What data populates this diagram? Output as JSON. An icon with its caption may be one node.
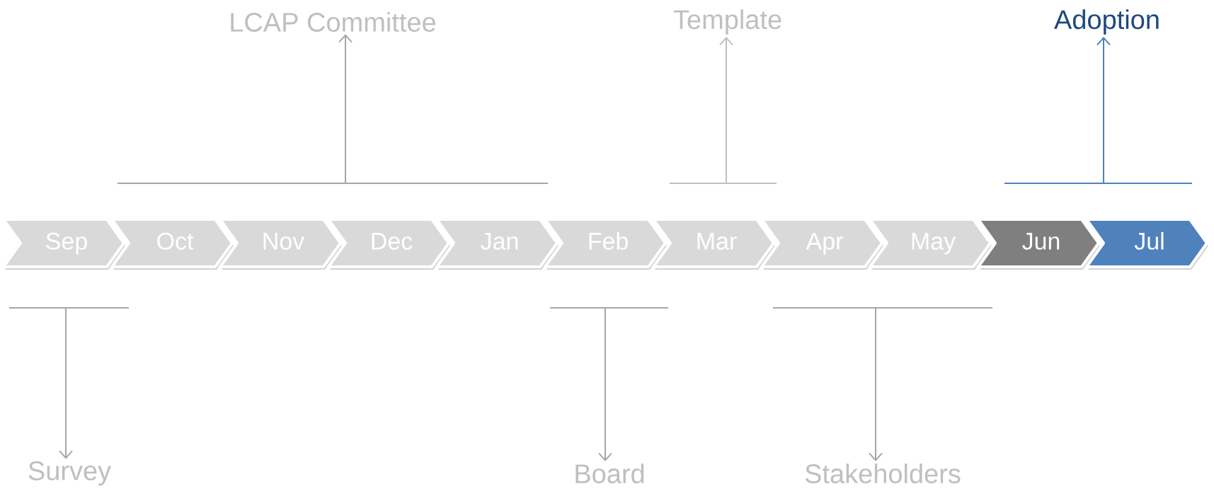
{
  "diagram": {
    "nodes": [
      {
        "text": [
          "Sep"
        ]
      },
      {
        "text": [
          "Oct"
        ]
      },
      {
        "text": [
          "Nov"
        ]
      },
      {
        "text": [
          "Dec"
        ]
      },
      {
        "text": [
          "Jan"
        ]
      },
      {
        "text": [
          "Feb"
        ]
      },
      {
        "text": [
          "Mar"
        ]
      },
      {
        "text": [
          "Apr"
        ]
      },
      {
        "text": [
          "May"
        ]
      },
      {
        "text": [
          "Jun"
        ]
      },
      {
        "text": [
          "Jul"
        ]
      },
      {
        "text": [
          "LCAP Committee"
        ]
      },
      {
        "text": [
          "Template"
        ]
      },
      {
        "text": [
          "Adoption"
        ]
      },
      {
        "text": [
          "Survey"
        ]
      },
      {
        "text": [
          "Board"
        ]
      },
      {
        "text": [
          "Stakeholders"
        ]
      }
    ],
    "edges": [
      {
        "from": null,
        "to": 11,
        "arrow": "to"
      },
      {
        "from": null,
        "to": 12,
        "arrow": "to",
        "color": "#bfbfbf"
      },
      {
        "from": null,
        "to": 13,
        "arrow": "to",
        "color": "#4f81bd"
      },
      {
        "from": null,
        "to": 14,
        "arrow": "to"
      },
      {
        "from": null,
        "to": 15,
        "arrow": "to"
      },
      {
        "from": null,
        "to": 16,
        "arrow": "to"
      }
    ]
  }
}
